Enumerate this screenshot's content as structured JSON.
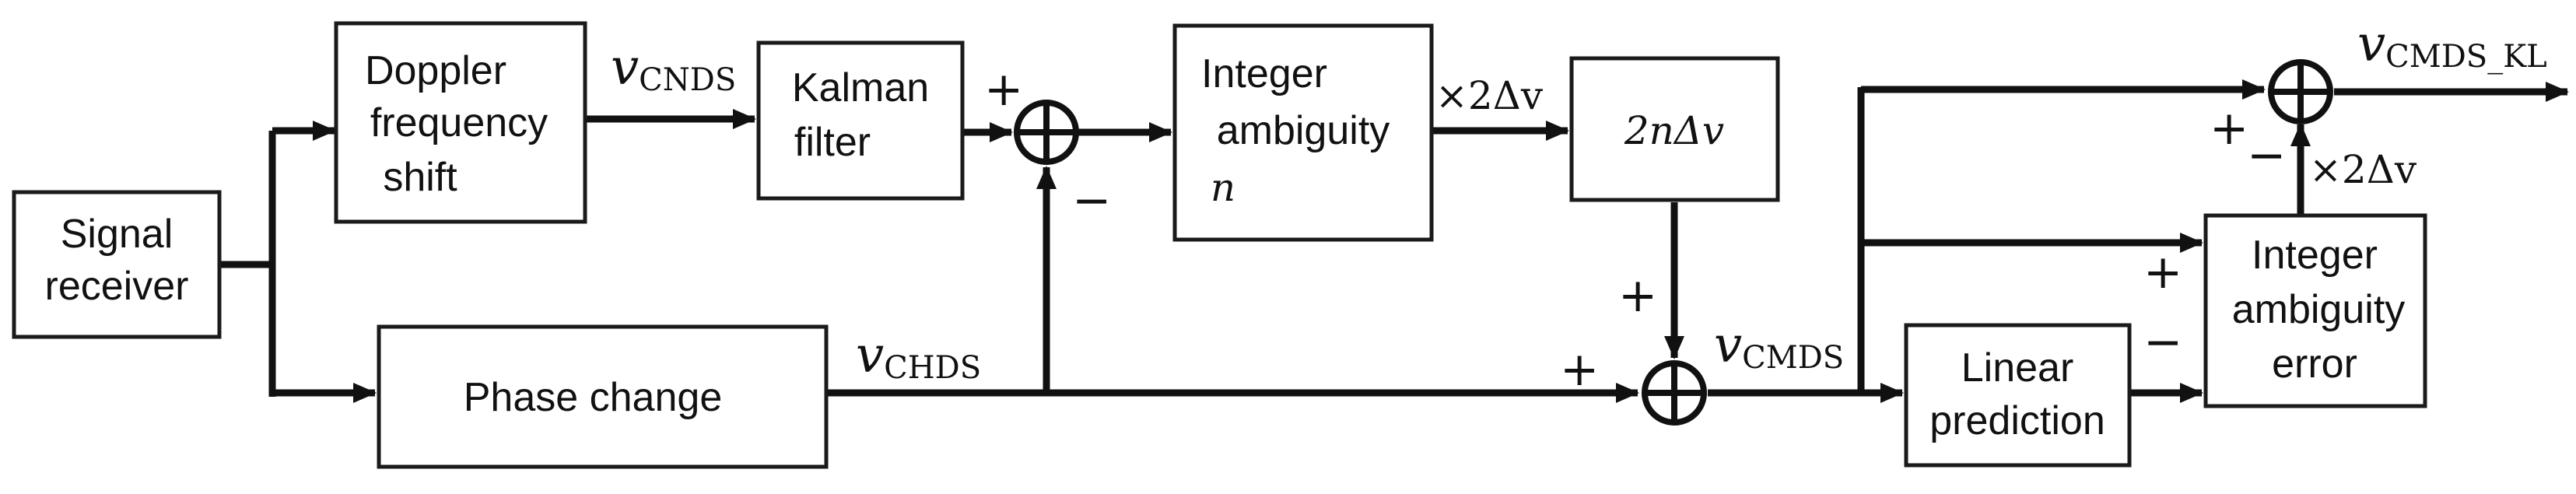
{
  "blocks": {
    "signal_receiver": {
      "lines": [
        "Signal",
        "receiver"
      ]
    },
    "doppler": {
      "lines": [
        "Doppler",
        "frequency",
        "shift"
      ]
    },
    "kalman": {
      "lines": [
        "Kalman",
        "filter"
      ]
    },
    "integer_ambiguity": {
      "lines": [
        "Integer",
        "ambiguity"
      ],
      "var": "n"
    },
    "two_n_dv": {
      "text": "2nΔv"
    },
    "phase_change": {
      "text": "Phase change"
    },
    "linear_prediction": {
      "lines": [
        "Linear",
        "prediction"
      ]
    },
    "ambiguity_error": {
      "lines": [
        "Integer",
        "ambiguity",
        "error"
      ]
    }
  },
  "signals": {
    "cnds": {
      "main": "v",
      "sub": "CNDS"
    },
    "chds": {
      "main": "v",
      "sub": "CHDS"
    },
    "cmds": {
      "main": "v",
      "sub": "CMDS"
    },
    "cmds_kl": {
      "main": "v",
      "sub": "CMDS_KL"
    }
  },
  "gains": {
    "gain_top": "×2Δv",
    "gain_right": "×2Δv"
  },
  "signs": {
    "plus": "+",
    "minus": "−"
  },
  "colors": {
    "line": "#111111",
    "box_border": "#1a1a1a",
    "background": "#ffffff"
  }
}
